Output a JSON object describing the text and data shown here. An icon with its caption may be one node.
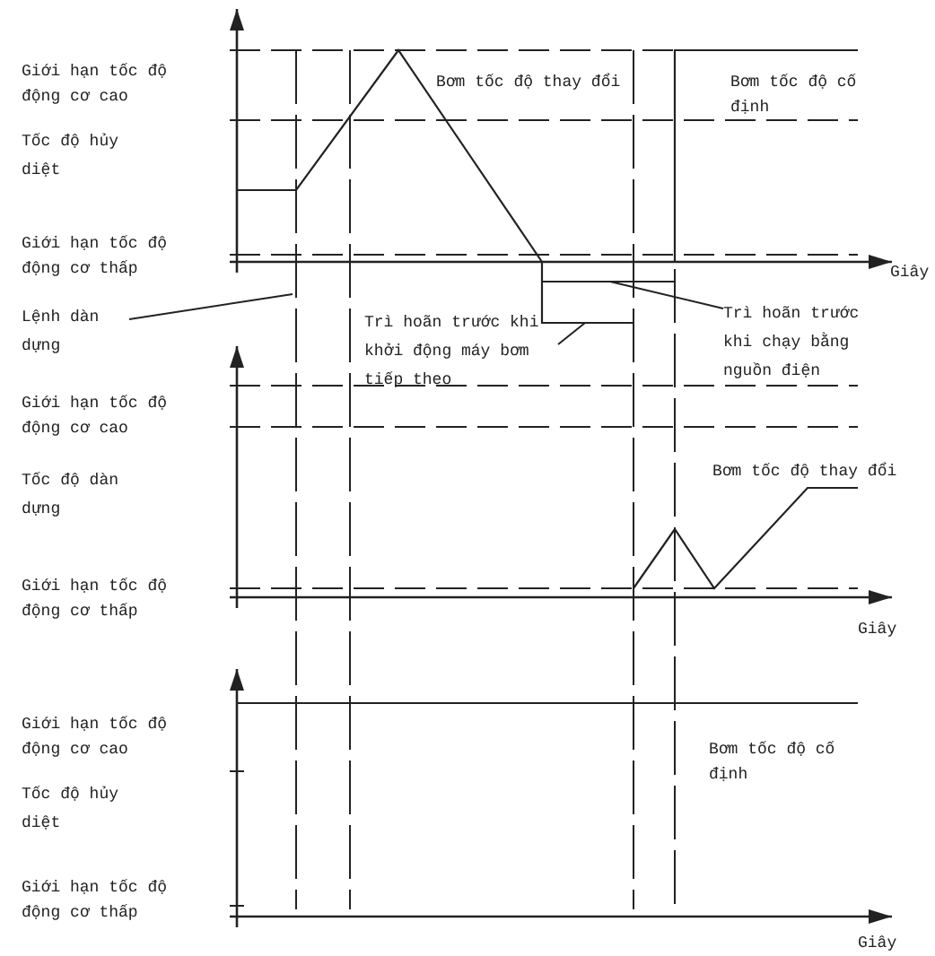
{
  "diagram": {
    "nodes": [
      {
        "text": [
          "Lệnh dàn dựng"
        ]
      },
      {
        "text": [
          "Trì hoãn trước khi khởi động máy bơm tiếp theo"
        ]
      },
      {
        "text": [
          "Trì hoãn trước khi chạy bằng nguồn điện"
        ]
      }
    ],
    "edges": [
      {
        "from": 0,
        "to": null,
        "arrow": "none"
      },
      {
        "from": 1,
        "to": null,
        "arrow": "none"
      },
      {
        "from": 2,
        "to": null,
        "arrow": "none"
      }
    ],
    "labels": [
      "Giới hạn tốc độ động cơ cao",
      "Bơm tốc độ thay đổi",
      "Bơm tốc độ cố định",
      "Tốc độ hủy diệt",
      "Giới hạn tốc độ động cơ thấp",
      "Giây",
      "Giới hạn tốc độ động cơ cao",
      "Tốc độ dàn dựng",
      "Bơm tốc độ thay đổi",
      "Giới hạn tốc độ động cơ thấp",
      "Giây",
      "Giới hạn tốc độ động cơ cao",
      "Bơm tốc độ cố định",
      "Tốc độ hủy diệt",
      "Giới hạn tốc độ động cơ thấp",
      "Giây"
    ]
  }
}
